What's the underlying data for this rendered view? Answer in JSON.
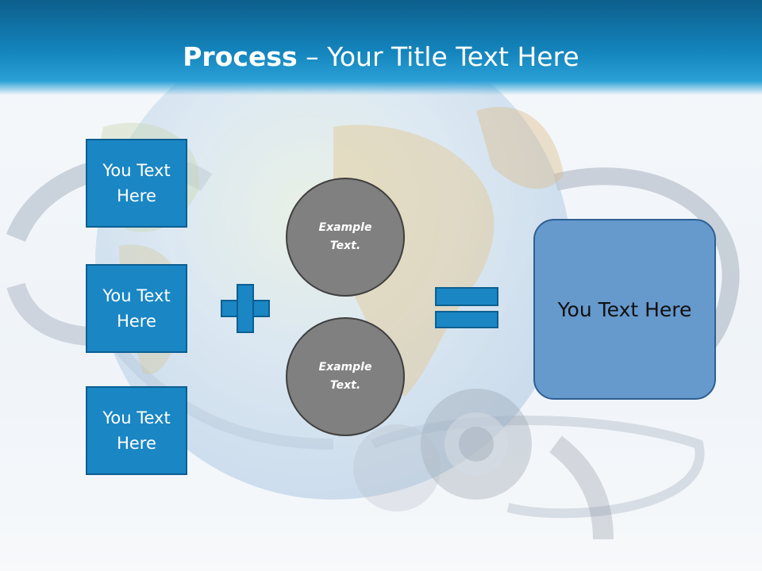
{
  "header": {
    "title_bold": "Process",
    "title_rest": " – Your Title Text Here"
  },
  "left_boxes": [
    {
      "label": "You Text Here"
    },
    {
      "label": "You Text Here"
    },
    {
      "label": "You Text Here"
    }
  ],
  "circles": [
    {
      "label": "Example Text."
    },
    {
      "label": "Example Text."
    }
  ],
  "result": {
    "label": "You Text Here"
  },
  "colors": {
    "header": "#1485bd",
    "box_fill": "#1a86c4",
    "circle_fill": "#808080",
    "result_fill": "#6699cc"
  }
}
